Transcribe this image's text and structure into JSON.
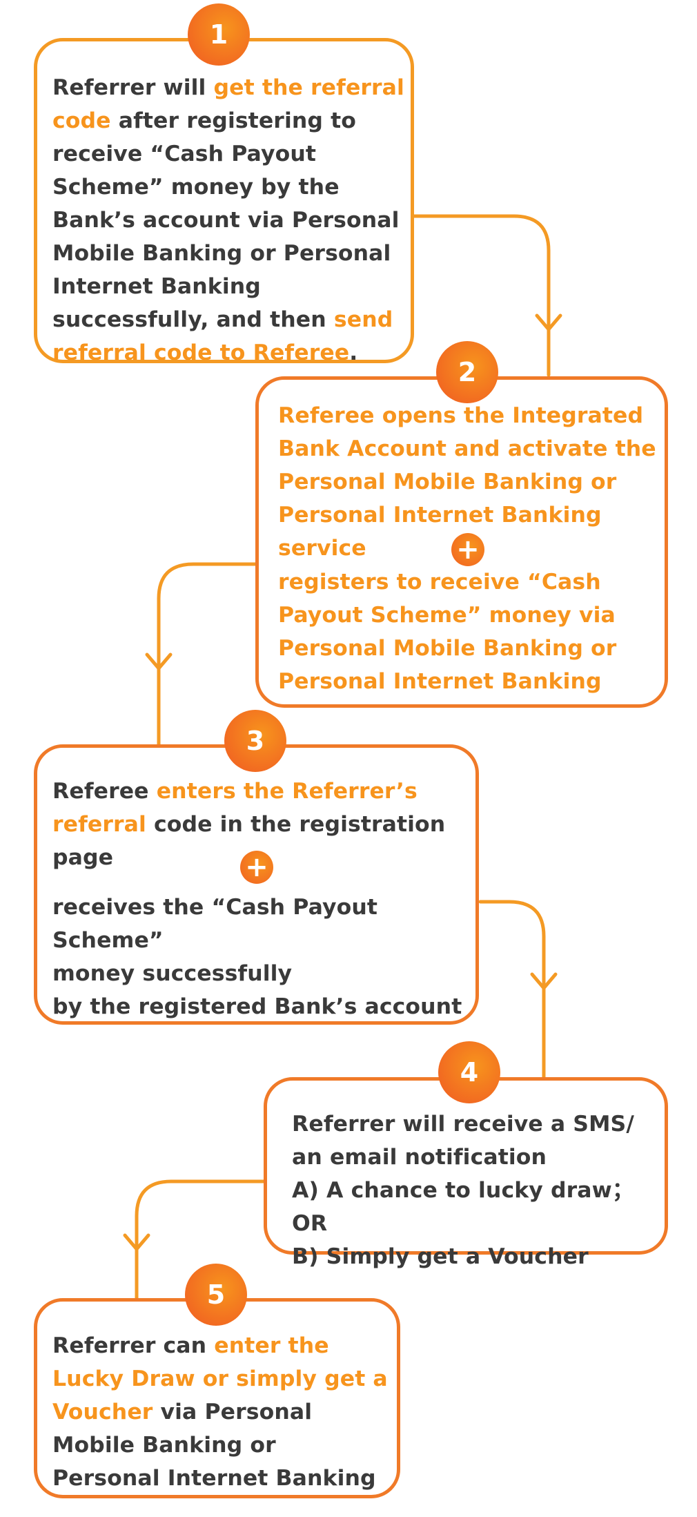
{
  "colors": {
    "accent": "#f7941d",
    "accent_dark": "#f26b21",
    "text": "#3a3a3a",
    "line": "#f49a24"
  },
  "steps": [
    {
      "number": "1",
      "text": [
        {
          "t": "Referrer will "
        },
        {
          "t": "get the referral code",
          "hl": true
        },
        {
          "t": " after registering to receive “Cash Payout Scheme” money by the Bank’s account via Personal Mobile Banking or Personal Internet Banking successfully, and then "
        },
        {
          "t": "send referral code to Referee",
          "hl": true
        },
        {
          "t": "."
        }
      ]
    },
    {
      "number": "2",
      "text_a": "Referee opens the Integrated Bank Account and activate the Personal Mobile Banking or Personal Internet Banking service",
      "plus": "+",
      "text_b": "registers to receive “Cash Payout Scheme” money  via Personal Mobile Banking or Personal Internet Banking"
    },
    {
      "number": "3",
      "text_a": [
        {
          "t": "Referee "
        },
        {
          "t": "enters the Referrer’s referral",
          "hl": true
        },
        {
          "t": " code in the registration page"
        }
      ],
      "plus": "+",
      "text_b_lines": [
        "receives the “Cash Payout Scheme”",
        "money successfully",
        "by the registered Bank’s account"
      ]
    },
    {
      "number": "4",
      "lines": [
        "Referrer will receive a SMS/ an email notification",
        "A) A chance to lucky draw；OR",
        "B) Simply get a Voucher"
      ]
    },
    {
      "number": "5",
      "text": [
        {
          "t": "Referrer can "
        },
        {
          "t": "enter the Lucky Draw or simply get a Voucher",
          "hl": true
        },
        {
          "t": " via Personal Mobile Banking or Personal Internet Banking"
        }
      ]
    }
  ]
}
